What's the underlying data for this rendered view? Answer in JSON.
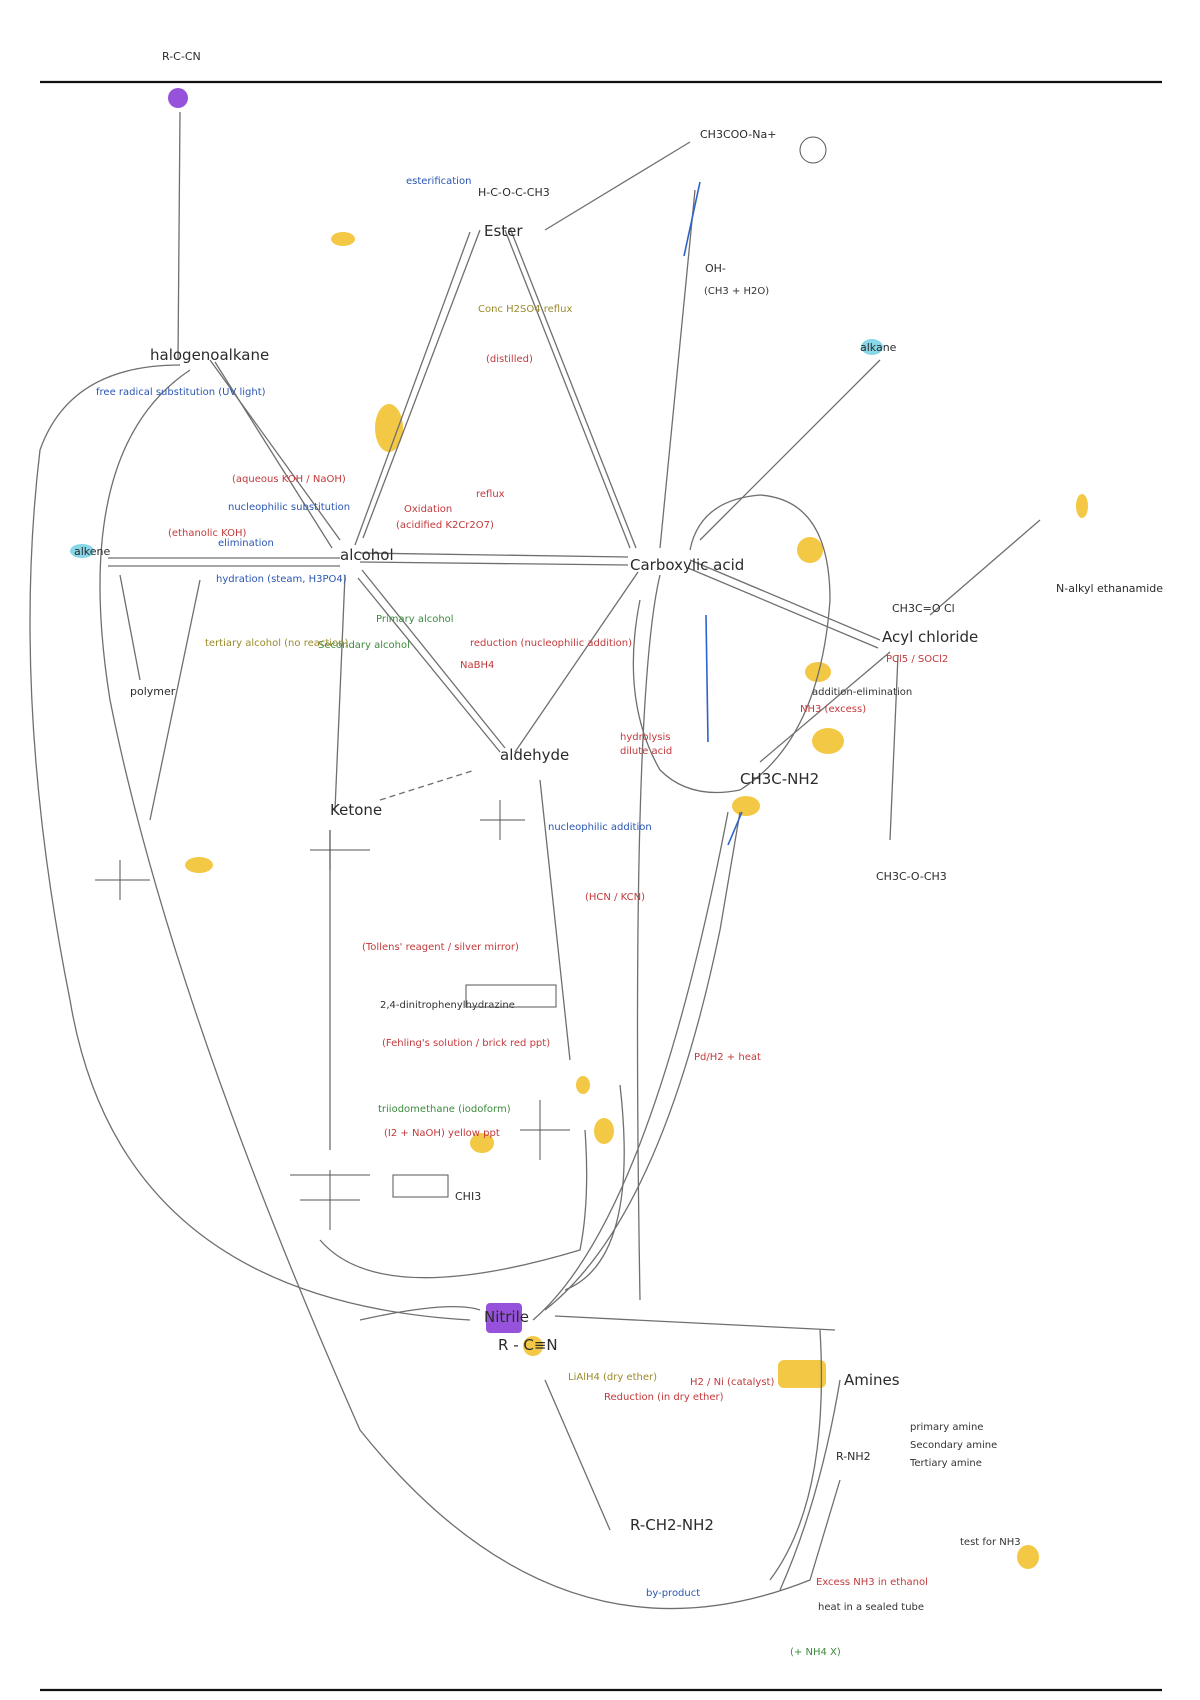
{
  "nodes": {
    "ester": "Ester",
    "alcohol": "alcohol",
    "carboxylic_acid": "Carboxylic acid",
    "aldehyde": "aldehyde",
    "ketone": "Ketone",
    "acyl_chloride": "Acyl chloride",
    "nitrile": "Nitrile",
    "amines": "Amines",
    "halogenoalkane": "halogenoalkane",
    "alkene": "alkene",
    "amide": "CH3C-NH2",
    "amine_formula": "R-CH2-NH2",
    "alkane": "alkane",
    "polymer": "polymer"
  },
  "formulas": {
    "nitrile_r": "R - C≡N",
    "hydroxynitrile": "R-C-CN",
    "amine_r": "R-CH2-NH2",
    "ester_f": "H-C-O-C-CH3",
    "acetate": "CH3C-O-CH3",
    "acyl_f": "CH3C=O Cl",
    "n_alkyl": "N-alkyl ethanamide",
    "primary": "primary amine",
    "secondary": "Secondary amine",
    "tertiary": "Tertiary amine",
    "r_nh2": "R-NH2",
    "iodo": "CHI3",
    "amm": "(+ NH4 X)",
    "oh_minus": "OH-",
    "oh_plus_h2o": "(CH3 + H2O)",
    "ch3coo": "CH3COO-Na+"
  },
  "labels": {
    "conc_h2so4_reflux": "Conc H2SO4 reflux",
    "distilled": "(distilled)",
    "reflux": "reflux",
    "oxidation": "Oxidation",
    "k2cr2o7": "(acidified K2Cr2O7)",
    "primary_alcohol": "Primary alcohol",
    "secondary_alcohol": "Secondary alcohol",
    "tertiary_alcohol": "tertiary alcohol (no reaction)",
    "reduction": "reduction (nucleophilic addition)",
    "nabh4": "NaBH4",
    "hydrolysis": "hydrolysis",
    "dilute_acid": "dilute acid",
    "lialh4": "LiAlH4 (dry ether)",
    "h2_ni": "H2 / Ni (catalyst)",
    "reduction_dry_ether": "Reduction (in dry ether)",
    "tollens": "(Tollens' reagent / silver mirror)",
    "fehling": "(Fehling's solution / brick red ppt)",
    "dnph": "2,4-dinitrophenylhydrazine",
    "iodoform": "triiodomethane (iodoform)",
    "yellow_ppt": "(I2 + NaOH) yellow ppt",
    "hcn": "(HCN / KCN)",
    "nucleophilic_addition": "nucleophilic addition",
    "substitution": "nucleophilic substitution",
    "elimination": "elimination",
    "hydration": "hydration (steam, H3PO4)",
    "free_radical": "free radical substitution (UV light)",
    "ethanolic_koh": "(ethanolic KOH)",
    "aqueous_koh": "(aqueous KOH / NaOH)",
    "ammonia": "Excess NH3 in ethanol",
    "pcl5": "PCl5 / SOCl2",
    "nh3": "NH3 (excess)",
    "esterification": "esterification",
    "addition_elimination": "addition-elimination",
    "pd_h2": "Pd/H2 + heat",
    "sealed_tube": "heat in a sealed tube",
    "by_product": "by-product",
    "test_nh3": "test for NH3"
  },
  "colors": {
    "red": "#c2393b",
    "blue": "#2b56b3",
    "green": "#3d8a3d",
    "olive": "#9a8a2a",
    "yellow": "#f2c230",
    "purple": "#8b3fd6",
    "cyan": "#7ad3e6",
    "arrow_blue": "#2d63c8"
  }
}
